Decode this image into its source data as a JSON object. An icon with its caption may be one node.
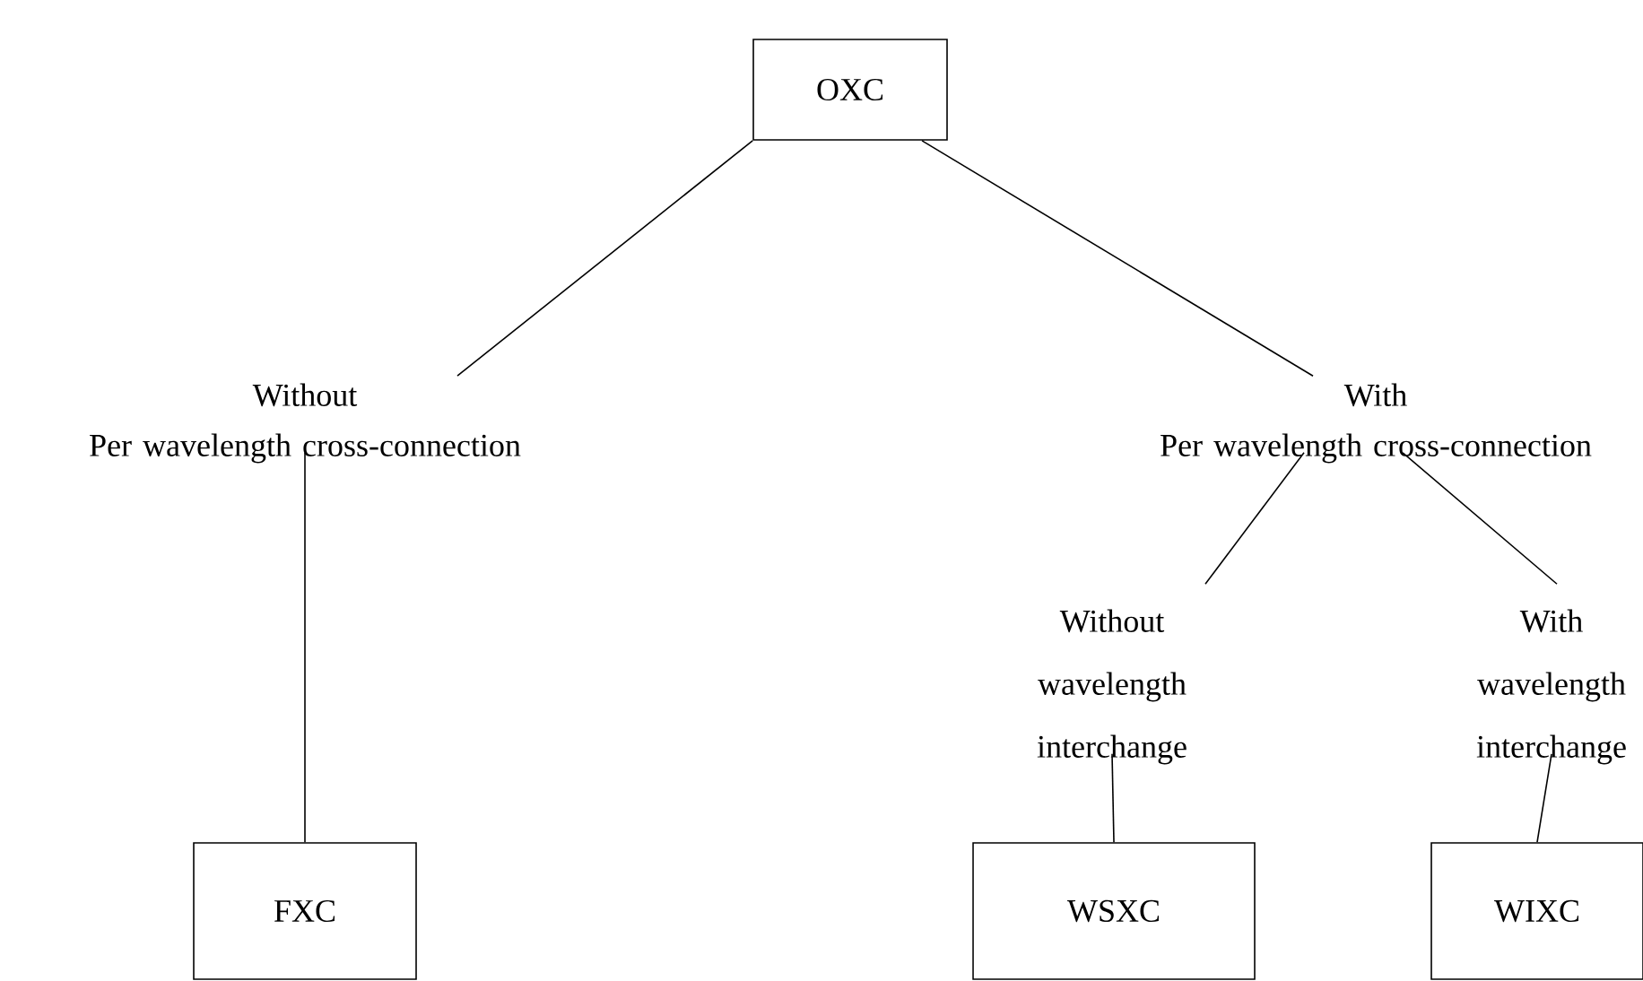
{
  "diagram": {
    "nodes": [
      {
        "text": [
          "OXC"
        ]
      },
      {
        "text": [
          "Without",
          "Per wavelength cross-connection"
        ]
      },
      {
        "text": [
          "FXC"
        ]
      },
      {
        "text": [
          "With",
          "Per wavelength cross-connection"
        ]
      },
      {
        "text": [
          "Without wavelength interchange"
        ]
      },
      {
        "text": [
          "With wavelength interchange"
        ]
      },
      {
        "text": [
          "WSXC"
        ]
      },
      {
        "text": [
          "WIXC"
        ]
      }
    ],
    "edges": [
      {
        "from": 0,
        "to": 1,
        "arrow": "none"
      },
      {
        "from": 0,
        "to": 3,
        "arrow": "none"
      },
      {
        "from": 1,
        "to": 2,
        "arrow": "none"
      },
      {
        "from": 3,
        "to": 4,
        "arrow": "none"
      },
      {
        "from": 3,
        "to": 5,
        "arrow": "none"
      },
      {
        "from": 4,
        "to": 6,
        "arrow": "none"
      },
      {
        "from": 5,
        "to": 7,
        "arrow": "none"
      }
    ]
  }
}
